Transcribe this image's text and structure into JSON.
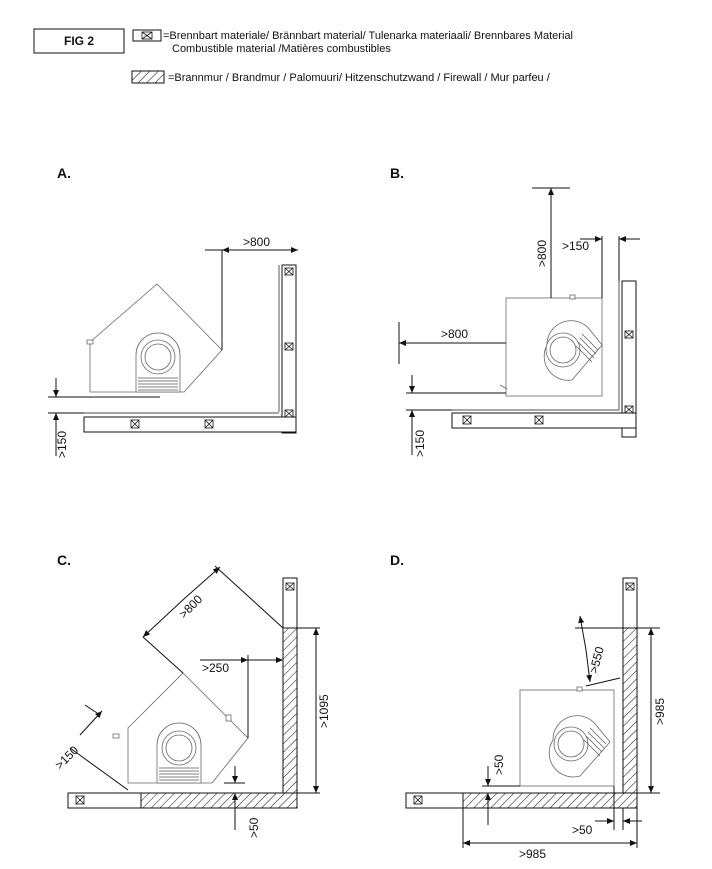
{
  "figure_label": "FIG 2",
  "legend": {
    "combustible_line1": "=Brennbart materiale/ Brännbart material/ Tulenarka materiaali/ Brennbares Material",
    "combustible_line2": "Combustible material /Matières combustibles",
    "firewall": "=Brannmur / Brandmur / Palomuuri/ Hitzenschutzwand / Firewall / Mur parfeu /"
  },
  "panels": {
    "A": {
      "label": "A.",
      "d800": ">800",
      "d150": ">150"
    },
    "B": {
      "label": "B.",
      "d800_top": ">800",
      "d150_top": ">150",
      "d800_side": ">800",
      "d150": ">150"
    },
    "C": {
      "label": "C.",
      "d800": ">800",
      "d250": ">250",
      "d1095": ">1095",
      "d150": ">150",
      "d50": ">50"
    },
    "D": {
      "label": "D.",
      "d550": ">550",
      "d985_v": ">985",
      "d50_v": ">50",
      "d50_h": ">50",
      "d985_h": ">985"
    }
  }
}
